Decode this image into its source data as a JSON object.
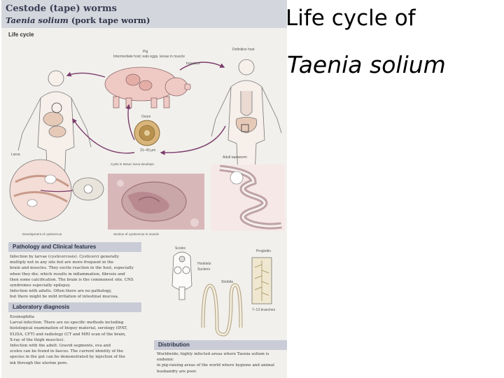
{
  "slide_title": {
    "line1": "Life cycle of",
    "line2": "Taenia solium"
  },
  "scan": {
    "header_title": "Cestode (tape) worms",
    "header_species": "Taenia solium",
    "header_common": "(pork tape worm)",
    "life_cycle_label": "Life cycle",
    "diagram_labels": {
      "pig": "Pig",
      "pig_desc": "Intermediate host; eats eggs, larvae in muscle",
      "human_top": "Definitive host",
      "ingestion": "Ingestion",
      "egg": "Ovum",
      "egg_size": "31–43 µm",
      "larva": "Larva",
      "cyst_caption": "Cysts in tissue; larva develops",
      "section_caption": "Section of cysticercus in muscle",
      "adult": "Adult tapeworm",
      "development": "Development of cysticercus"
    },
    "pathology_heading": "Pathology and Clinical features",
    "pathology_text": [
      "Infection by larvae (cysticercosis). Cysticerci generally",
      "multiply not in any site but are more frequent in the",
      "brain and muscles. They excite reaction in the host, especially",
      "when they die; which results in inflammation, fibrosis and",
      "then some calcification. The brain is the commonest site, CNS",
      "syndromes especially epilepsy.",
      "Infection with adults. Often there are no pathology,",
      "but there might be mild irritation of intestinal mucosa."
    ],
    "lab_heading": "Laboratory diagnosis",
    "lab_text": [
      "Eosinophilia",
      "Larval infection: There are no specific methods including",
      "histological examination of biopsy material, serology (IFAT,",
      "ELISA, CFT) and radiology (CT and MRI scan of the brain,",
      "X-ray of the thigh muscles).",
      "Infection with the adult: Gravid segments, ova and",
      "scolex can be found in faeces. The current identity of the",
      "species in the gut can be demonstrated by injection of the",
      "ink through the uterine pore."
    ],
    "morphology_labels": {
      "scolex": "Scolex",
      "proglottis": "Proglottis",
      "hooklets": "Hooklets",
      "suckers": "Suckers",
      "strobila": "Strobila",
      "branches": "7–13 branches"
    },
    "distribution_heading": "Distribution",
    "distribution_text": [
      "Worldwide; highly infected areas where Taenia solium is endemic",
      "in pig-raising areas of the world where hygiene and animal",
      "husbandry are poor."
    ]
  },
  "colors": {
    "header_band": "#d4d6dd",
    "section_band": "#c9ccd6",
    "arrow": "#7a3b6c",
    "tissue": "#c9a6a8",
    "flesh": "#f3ddd6"
  }
}
